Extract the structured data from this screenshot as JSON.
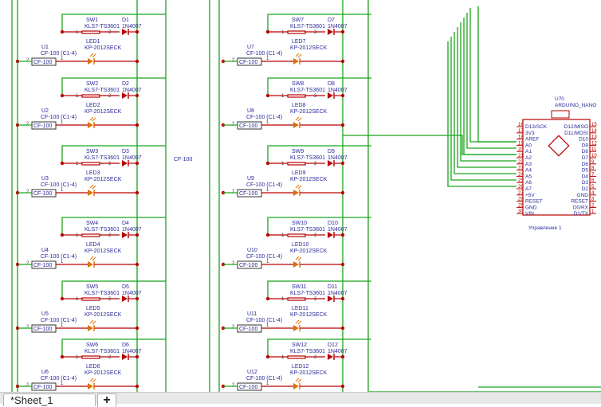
{
  "switch_model": "KLS7-TS3601",
  "diode_model": "1N4007",
  "led_model": "KP-2012SECK",
  "cap_value": "CF-100",
  "cap_subtitle": "CF-100 (C1-4)",
  "net_label": "CF-100",
  "left_column": [
    {
      "sw": "SW1",
      "d": "D1",
      "led": "LED1",
      "u": "U1"
    },
    {
      "sw": "SW2",
      "d": "D2",
      "led": "LED2",
      "u": "U2"
    },
    {
      "sw": "SW3",
      "d": "D3",
      "led": "LED3",
      "u": "U3"
    },
    {
      "sw": "SW4",
      "d": "D4",
      "led": "LED4",
      "u": "U4"
    },
    {
      "sw": "SW5",
      "d": "D5",
      "led": "LED5",
      "u": "U5"
    },
    {
      "sw": "SW6",
      "d": "D6",
      "led": "LED6",
      "u": "U6"
    }
  ],
  "right_column": [
    {
      "sw": "SW7",
      "d": "D7",
      "led": "LED7",
      "u": "U7"
    },
    {
      "sw": "SW8",
      "d": "D8",
      "led": "LED8",
      "u": "U8"
    },
    {
      "sw": "SW9",
      "d": "D9",
      "led": "LED9",
      "u": "U9"
    },
    {
      "sw": "SW10",
      "d": "D10",
      "led": "LED10",
      "u": "U10"
    },
    {
      "sw": "SW11",
      "d": "D11",
      "led": "LED11",
      "u": "U11"
    },
    {
      "sw": "SW12",
      "d": "D12",
      "led": "LED12",
      "u": "U12"
    }
  ],
  "arduino": {
    "ref": "U70",
    "part": "ARDUINO_NANO",
    "caption": "Управление 1",
    "left_pins": [
      {
        "num": "16",
        "name": "D13/SCK"
      },
      {
        "num": "17",
        "name": "3V3"
      },
      {
        "num": "18",
        "name": "AREF"
      },
      {
        "num": "19",
        "name": "A0"
      },
      {
        "num": "20",
        "name": "A1"
      },
      {
        "num": "21",
        "name": "A2"
      },
      {
        "num": "22",
        "name": "A3"
      },
      {
        "num": "23",
        "name": "A4"
      },
      {
        "num": "24",
        "name": "A5"
      },
      {
        "num": "25",
        "name": "A6"
      },
      {
        "num": "26",
        "name": "A7"
      },
      {
        "num": "27",
        "name": "+5V"
      },
      {
        "num": "28",
        "name": "RESET"
      },
      {
        "num": "29",
        "name": "GND"
      },
      {
        "num": "30",
        "name": "VIN"
      }
    ],
    "right_pins": [
      {
        "num": "15",
        "name": "D12/MISO"
      },
      {
        "num": "14",
        "name": "D11/MOSI"
      },
      {
        "num": "13",
        "name": "D10"
      },
      {
        "num": "12",
        "name": "D9"
      },
      {
        "num": "11",
        "name": "D8"
      },
      {
        "num": "10",
        "name": "D7"
      },
      {
        "num": "9",
        "name": "D6"
      },
      {
        "num": "8",
        "name": "D5"
      },
      {
        "num": "7",
        "name": "D4"
      },
      {
        "num": "6",
        "name": "D3"
      },
      {
        "num": "5",
        "name": "D2"
      },
      {
        "num": "4",
        "name": "GND"
      },
      {
        "num": "3",
        "name": "RESET"
      },
      {
        "num": "2",
        "name": "D0/RX"
      },
      {
        "num": "1",
        "name": "D1/TX"
      }
    ]
  },
  "tabs": {
    "sheet_label": "*Sheet_1",
    "add_label": "+"
  },
  "colors": {
    "wire": "#1aa31a",
    "component": "#b80000",
    "led": "#e07000",
    "label": "#2a2a9a"
  }
}
